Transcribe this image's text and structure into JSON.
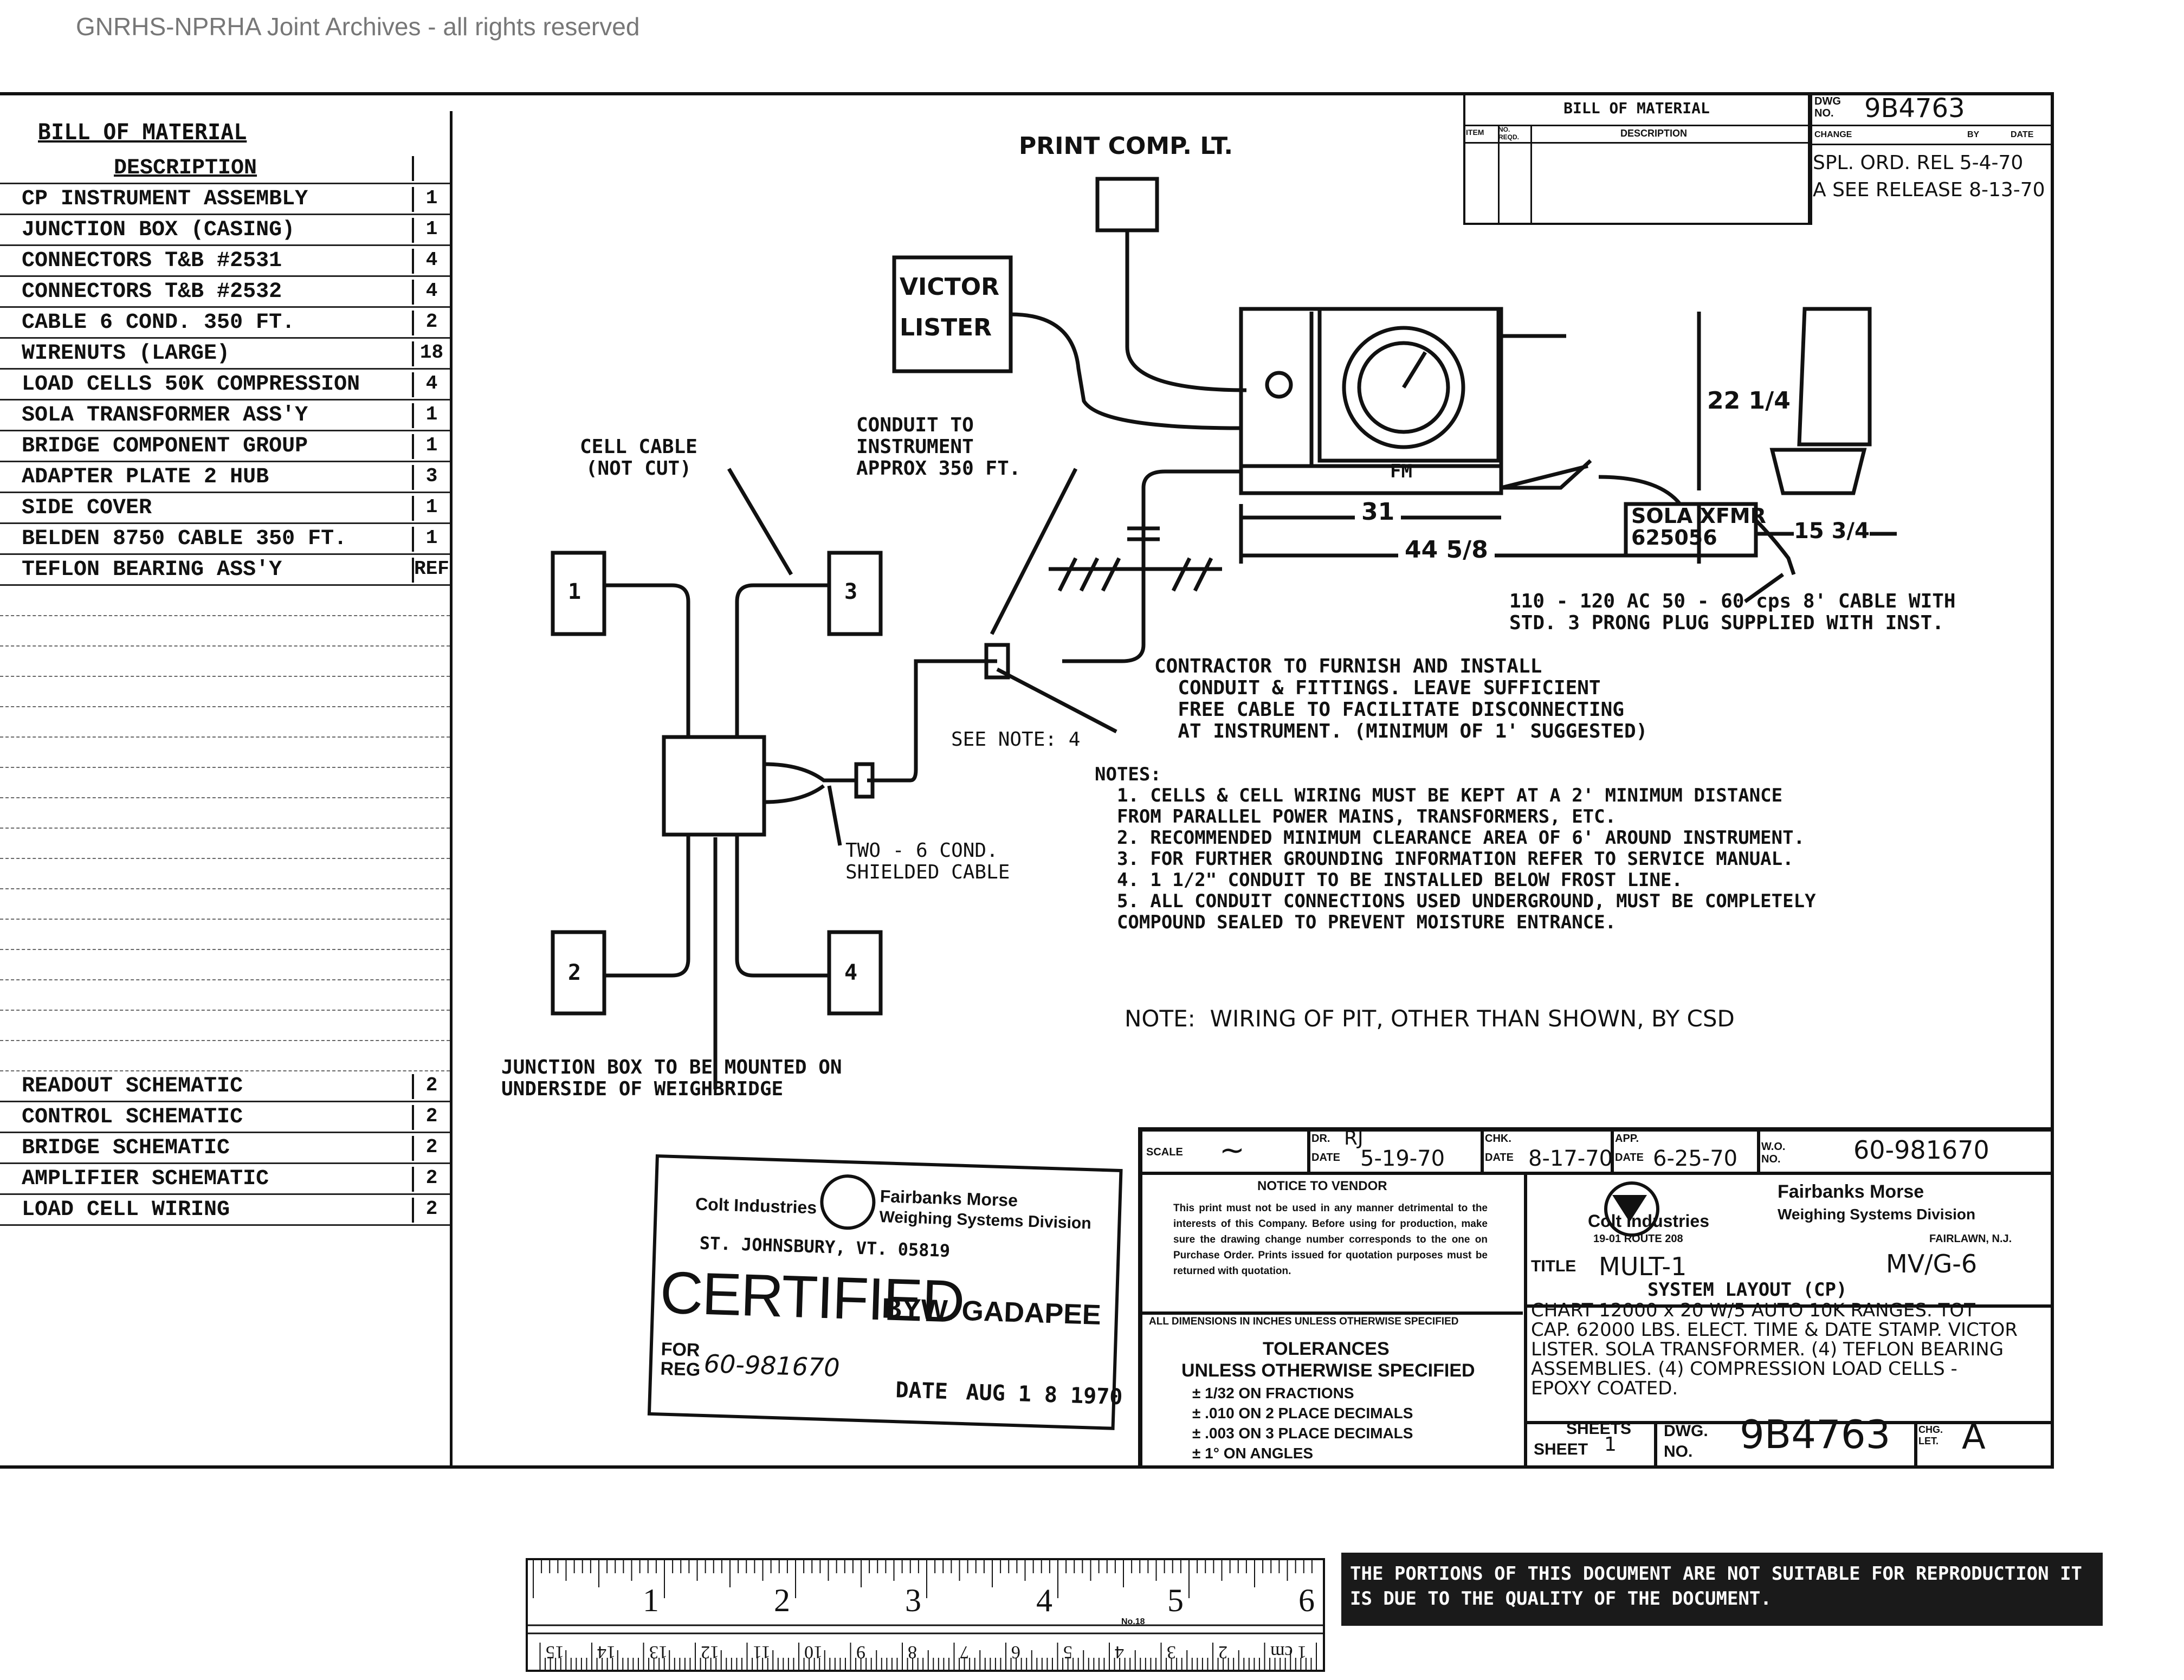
{
  "watermark": "GNRHS-NPRHA Joint Archives - all rights reserved",
  "bom": {
    "title": "BILL OF MATERIAL",
    "desc_header": "DESCRIPTION",
    "items": [
      {
        "desc": "CP INSTRUMENT ASSEMBLY",
        "qty": "1"
      },
      {
        "desc": "JUNCTION BOX (CASING)",
        "qty": "1"
      },
      {
        "desc": "CONNECTORS T&B #2531",
        "qty": "4"
      },
      {
        "desc": "CONNECTORS T&B #2532",
        "qty": "4"
      },
      {
        "desc": "CABLE 6 COND. 350 FT.",
        "qty": "2"
      },
      {
        "desc": "WIRENUTS (LARGE)",
        "qty": "18"
      },
      {
        "desc": "LOAD CELLS 50K COMPRESSION",
        "qty": "4"
      },
      {
        "desc": "SOLA TRANSFORMER ASS'Y",
        "qty": "1"
      },
      {
        "desc": "BRIDGE COMPONENT GROUP",
        "qty": "1"
      },
      {
        "desc": "ADAPTER PLATE 2 HUB",
        "qty": "3"
      },
      {
        "desc": "SIDE COVER",
        "qty": "1"
      },
      {
        "desc": "BELDEN 8750 CABLE 350 FT.",
        "qty": "1"
      },
      {
        "desc": "TEFLON BEARING ASS'Y",
        "qty": "REF"
      }
    ],
    "schematics": [
      {
        "desc": "READOUT SCHEMATIC",
        "qty": "2"
      },
      {
        "desc": "CONTROL SCHEMATIC",
        "qty": "2"
      },
      {
        "desc": "BRIDGE SCHEMATIC",
        "qty": "2"
      },
      {
        "desc": "AMPLIFIER SCHEMATIC",
        "qty": "2"
      },
      {
        "desc": "LOAD CELL WIRING",
        "qty": "2"
      }
    ]
  },
  "top_right": {
    "bom_title": "BILL OF MATERIAL",
    "item": "ITEM",
    "no_reqd": "NO. REQD.",
    "description": "DESCRIPTION",
    "dwg_no_label": "DWG NO.",
    "dwg_no": "9B4763",
    "change": "CHANGE",
    "by": "BY",
    "date": "DATE",
    "rev1": "SPL. ORD. REL 5-4-70",
    "rev2": "A SEE RELEASE 8-13-70"
  },
  "diagram": {
    "print_comp": "PRINT COMP. LT.",
    "victor": "VICTOR",
    "lister": "LISTER",
    "conduit": "CONDUIT TO\nINSTRUMENT\nAPPROX 350 FT.",
    "cell_cable": "CELL CABLE\n(NOT CUT)",
    "fm": "FM",
    "dim_22": "22 1/4",
    "dim_31": "31",
    "dim_44": "44 5/8",
    "dim_15": "15 3/4",
    "sola": "SOLA XFMR\n625056",
    "power": "110 - 120 AC 50 - 60 cps 8' CABLE WITH\nSTD. 3 PRONG PLUG SUPPLIED WITH INST.",
    "contractor": "CONTRACTOR TO FURNISH AND INSTALL\n  CONDUIT & FITTINGS. LEAVE SUFFICIENT\n  FREE CABLE TO FACILITATE DISCONNECTING\n  AT INSTRUMENT. (MINIMUM OF 1' SUGGESTED)",
    "see_note": "SEE NOTE: 4",
    "two_cond": "TWO - 6 COND.\nSHIELDED CABLE",
    "cell1": "1",
    "cell2": "2",
    "cell3": "3",
    "cell4": "4",
    "junction": "JUNCTION BOX TO BE MOUNTED ON\nUNDERSIDE OF WEIGHBRIDGE",
    "notes": "NOTES:\n  1. CELLS & CELL WIRING MUST BE KEPT AT A 2' MINIMUM DISTANCE\n  FROM PARALLEL POWER MAINS, TRANSFORMERS, ETC.\n  2. RECOMMENDED MINIMUM CLEARANCE AREA OF 6' AROUND INSTRUMENT.\n  3. FOR FURTHER GROUNDING INFORMATION REFER TO SERVICE MANUAL.\n  4. 1 1/2\" CONDUIT TO BE INSTALLED BELOW FROST LINE.\n  5. ALL CONDUIT CONNECTIONS USED UNDERGROUND, MUST BE COMPLETELY\n  COMPOUND SEALED TO PREVENT MOISTURE ENTRANCE.",
    "note_pit": "NOTE:  WIRING OF PIT, OTHER THAN SHOWN, BY CSD"
  },
  "title_block": {
    "scale_label": "SCALE",
    "scale_value": "~",
    "dr_label": "DR.",
    "dr_value": "RJ",
    "date_label": "DATE",
    "dr_date": "5-19-70",
    "chk_label": "CHK.",
    "chk_date": "8-17-70",
    "app_label": "APP.",
    "app_date": "6-25-70",
    "wo_label": "W.O. NO.",
    "wo_value": "60-981670",
    "notice_title": "NOTICE TO VENDOR",
    "notice_text": "This print must not be used in any manner detrimental to the interests of this Company. Before using for production, make sure the drawing change number corresponds to the one on Purchase Order. Prints issued for quotation purposes must be returned with quotation.",
    "dims_note": "ALL DIMENSIONS IN INCHES UNLESS OTHERWISE SPECIFIED",
    "tol_title": "TOLERANCES",
    "tol_sub": "UNLESS OTHERWISE SPECIFIED",
    "tol1": "± 1/32 ON FRACTIONS",
    "tol2": "± .010 ON 2 PLACE DECIMALS",
    "tol3": "± .003 ON 3 PLACE DECIMALS",
    "tol4": "± 1° ON ANGLES",
    "company_left": "Colt Industries",
    "company_right": "Fairbanks Morse",
    "company_div": "Weighing Systems Division",
    "company_addr": "19-01 ROUTE 208",
    "company_city": "FAIRLAWN, N.J.",
    "title_label": "TITLE",
    "title_main": "MULT-1",
    "title_code": "MV/G-6",
    "title_sub": "SYSTEM LAYOUT (CP)",
    "title_desc": "CHART 12000 x 20 W/5 AUTO 10K RANGES. TOT CAP. 62000 LBS. ELECT. TIME & DATE STAMP. VICTOR LISTER. SOLA TRANSFORMER. (4) TEFLON BEARING ASSEMBLIES. (4) COMPRESSION LOAD CELLS - EPOXY COATED.",
    "sheets_label": "SHEETS",
    "sheet_label": "SHEET",
    "sheet_value": "1",
    "dwg_label": "DWG. NO.",
    "dwg_value": "9B4763",
    "chg_label": "CHG. LET.",
    "chg_value": "A"
  },
  "stamp": {
    "company_left": "Colt Industries",
    "company_right": "Fairbanks Morse",
    "division": "Weighing Systems Division",
    "address": "ST. JOHNSBURY, VT. 05819",
    "certified": "CERTIFIED",
    "by": "BYW. GADAPEE",
    "for_reg_label": "FOR REG",
    "for_reg_value": "60-981670",
    "date_label": "DATE",
    "date_value": "AUG 1 8 1970"
  },
  "ruler": {
    "inches": [
      "1",
      "2",
      "3",
      "4",
      "5",
      "6"
    ],
    "cm": [
      "1 cm",
      "2",
      "3",
      "4",
      "5",
      "6",
      "7",
      "8",
      "9",
      "10",
      "11",
      "12",
      "13",
      "14",
      "15"
    ],
    "maker": "No.18"
  },
  "banner": "THE PORTIONS OF THIS DOCUMENT ARE NOT SUITABLE FOR REPRODUCTION IT IS DUE TO THE QUALITY OF THE DOCUMENT."
}
